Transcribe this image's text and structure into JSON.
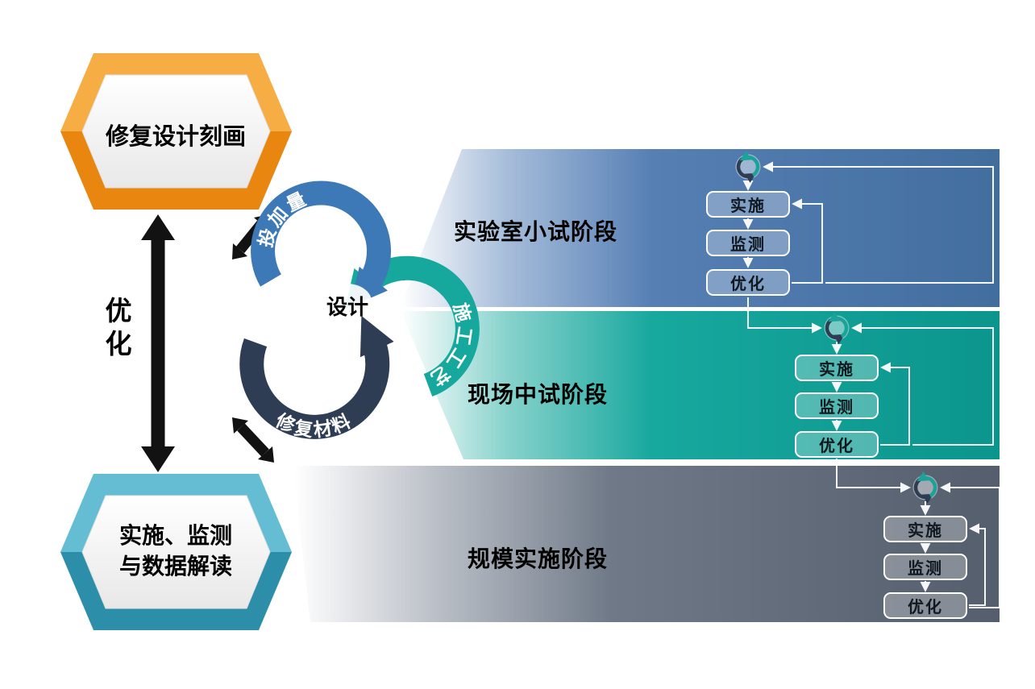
{
  "left_flow": {
    "top_box_label": "修复设计刻画",
    "bottom_box_line1": "实施、监测",
    "bottom_box_line2": "与数据解读",
    "optimize_label": "优化"
  },
  "cycle": {
    "center_label": "设计",
    "ring_dosage": "投加量",
    "ring_process": "施工工艺",
    "ring_material": "修复材料"
  },
  "stages": [
    {
      "label": "实验室小试阶段",
      "steps": {
        "implement": "实施",
        "monitor": "监测",
        "optimize": "优化"
      }
    },
    {
      "label": "现场中试阶段",
      "steps": {
        "implement": "实施",
        "monitor": "监测",
        "optimize": "优化"
      }
    },
    {
      "label": "规模实施阶段",
      "steps": {
        "implement": "实施",
        "monitor": "监测",
        "optimize": "优化"
      }
    }
  ],
  "colors": {
    "orange_box": "#ef8f1b",
    "teal_box": "#3a9cb8",
    "band_lab_blue": "#4a79ae",
    "band_field_teal": "#11a198",
    "band_scale_gray": "#5f6978",
    "ring_blue": "#3c79b6",
    "ring_teal": "#16a79d",
    "ring_navy": "#2e3d54",
    "arrow_black": "#121212"
  }
}
